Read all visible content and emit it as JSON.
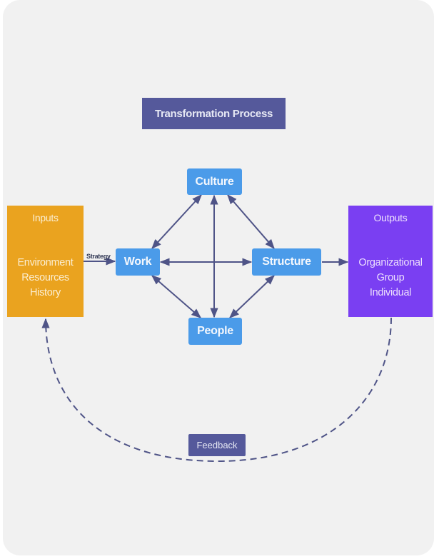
{
  "diagram": {
    "title": "Transformation Process",
    "inputs": {
      "header": "Inputs",
      "items": [
        "Environment",
        "Resources",
        "History"
      ]
    },
    "outputs": {
      "header": "Outputs",
      "items": [
        "Organizational",
        "Group",
        "Individual"
      ]
    },
    "nodes": {
      "culture": "Culture",
      "work": "Work",
      "structure": "Structure",
      "people": "People"
    },
    "edge_labels": {
      "strategy": "Strategy",
      "feedback": "Feedback"
    },
    "edges": [
      {
        "from": "inputs",
        "to": "work",
        "label": "Strategy",
        "style": "solid",
        "direction": "forward"
      },
      {
        "from": "work",
        "to": "culture",
        "style": "solid",
        "direction": "both"
      },
      {
        "from": "work",
        "to": "structure",
        "style": "solid",
        "direction": "both"
      },
      {
        "from": "work",
        "to": "people",
        "style": "solid",
        "direction": "both"
      },
      {
        "from": "culture",
        "to": "people",
        "style": "solid",
        "direction": "both"
      },
      {
        "from": "culture",
        "to": "structure",
        "style": "solid",
        "direction": "both"
      },
      {
        "from": "structure",
        "to": "people",
        "style": "solid",
        "direction": "both"
      },
      {
        "from": "structure",
        "to": "outputs",
        "style": "solid",
        "direction": "forward"
      },
      {
        "from": "outputs",
        "to": "inputs",
        "label": "Feedback",
        "style": "dashed",
        "direction": "forward"
      }
    ],
    "colors": {
      "background": "#f1f1f1",
      "title_box": "#55599b",
      "node": "#4b9be9",
      "inputs": "#eaa31f",
      "outputs": "#7a3ff2",
      "connector": "#4f5487"
    }
  }
}
